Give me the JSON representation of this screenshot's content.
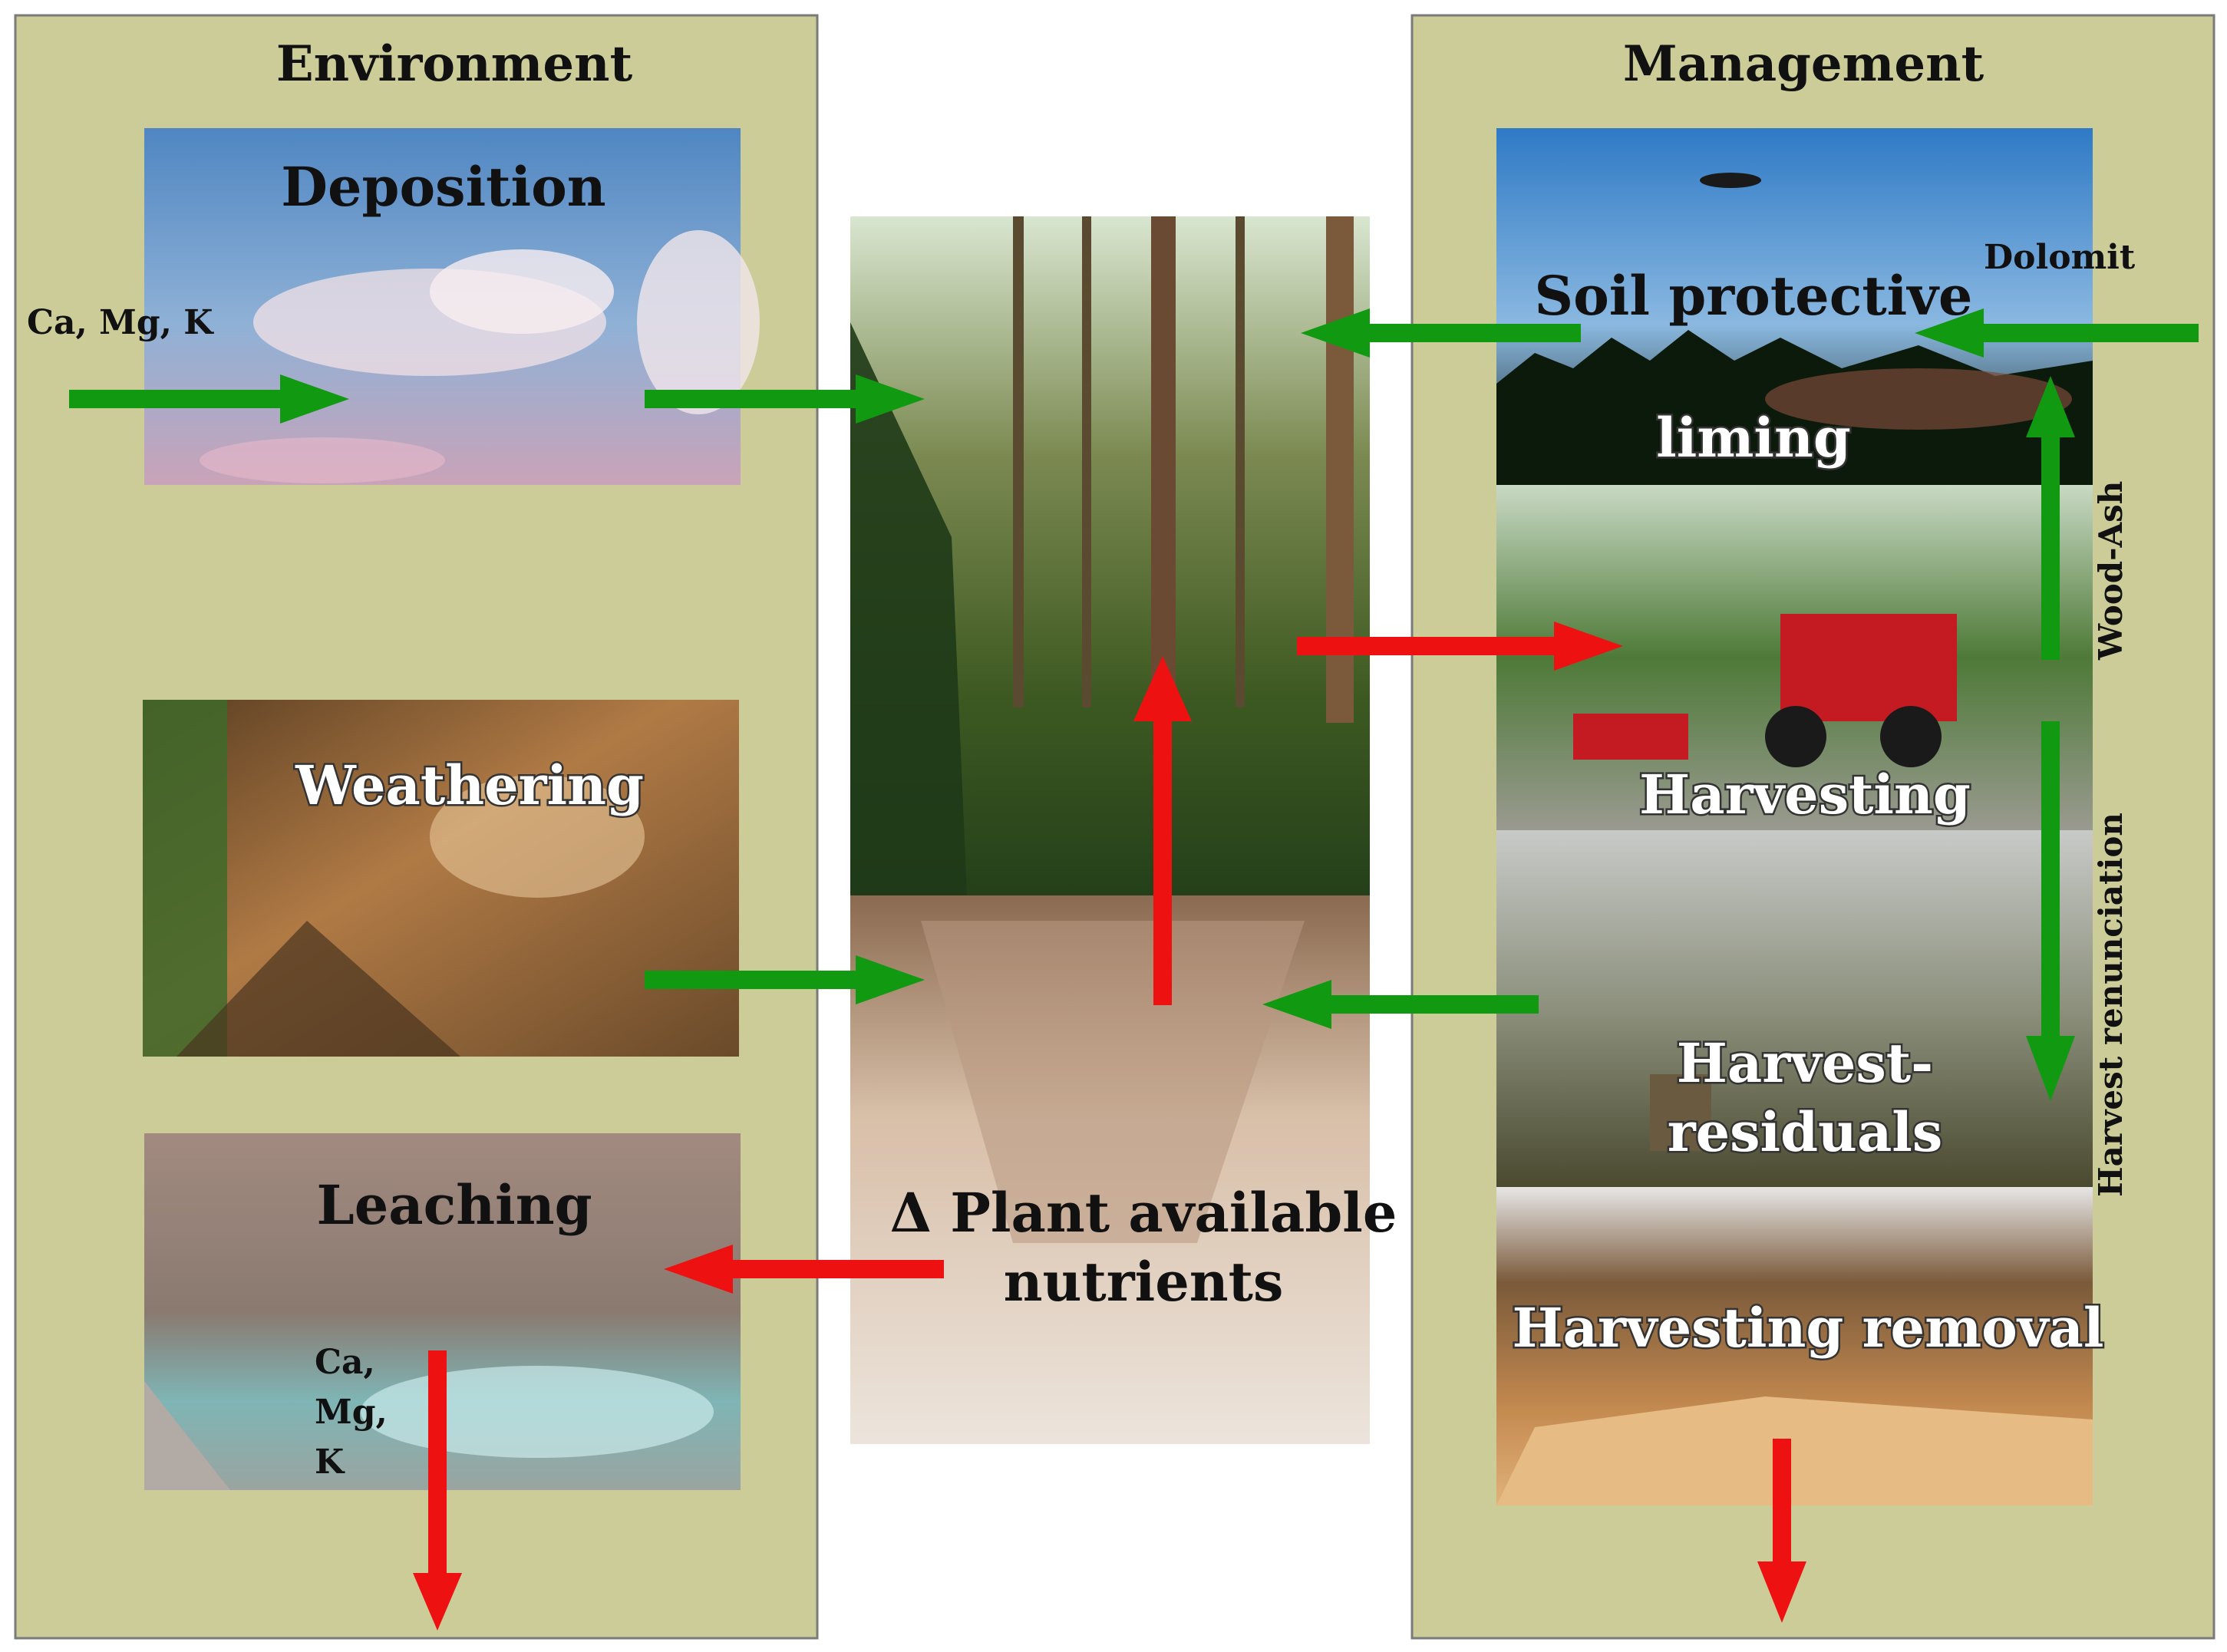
{
  "panels": {
    "environment": {
      "title": "Environment"
    },
    "management": {
      "title": "Management"
    }
  },
  "photos": {
    "deposition": {
      "label": "Deposition"
    },
    "weathering": {
      "label": "Weathering"
    },
    "leaching": {
      "label": "Leaching"
    },
    "soil_liming": {
      "label_line1": "Soil protective",
      "label_line2": "liming"
    },
    "harvesting": {
      "label": "Harvesting"
    },
    "harvest_residuals": {
      "label_line1": "Harvest-",
      "label_line2": "residuals"
    },
    "harvesting_removal": {
      "label": "Harvesting removal"
    },
    "soil_pit": {
      "label_line1": "Δ Plant available",
      "label_line2": "nutrients"
    }
  },
  "flux_labels": {
    "deposition_input": "Ca, Mg, K",
    "leaching_output_line1": "Ca,",
    "leaching_output_line2": "Mg,",
    "leaching_output_line3": "K",
    "dolomit": "Dolomit",
    "wood_ash": "Wood-Ash",
    "harvest_renunciation": "Harvest renunciation"
  },
  "colors": {
    "panel_fill": "#cccc99",
    "panel_border": "#7a7a7a",
    "gain_arrow": "#119911",
    "loss_arrow": "#ee1111"
  }
}
